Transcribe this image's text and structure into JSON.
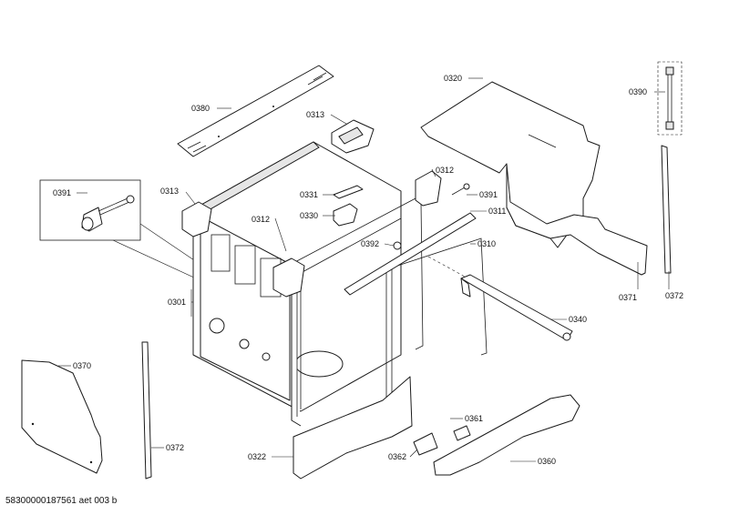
{
  "callouts": {
    "p0380": "0380",
    "p0313a": "0313",
    "p0320": "0320",
    "p0390": "0390",
    "p0391a": "0391",
    "p0313b": "0313",
    "p0312a": "0312",
    "p0331": "0331",
    "p0391b": "0391",
    "p0311": "0311",
    "p0330": "0330",
    "p0312b": "0312",
    "p0392": "0392",
    "p0310": "0310",
    "p0301": "0301",
    "p0371": "0371",
    "p0372a": "0372",
    "p0340": "0340",
    "p0370": "0370",
    "p0372b": "0372",
    "p0361": "0361",
    "p0322": "0322",
    "p0362": "0362",
    "p0360": "0360"
  },
  "footer": {
    "drawing_id": "58300000187561 aet 003 b"
  }
}
